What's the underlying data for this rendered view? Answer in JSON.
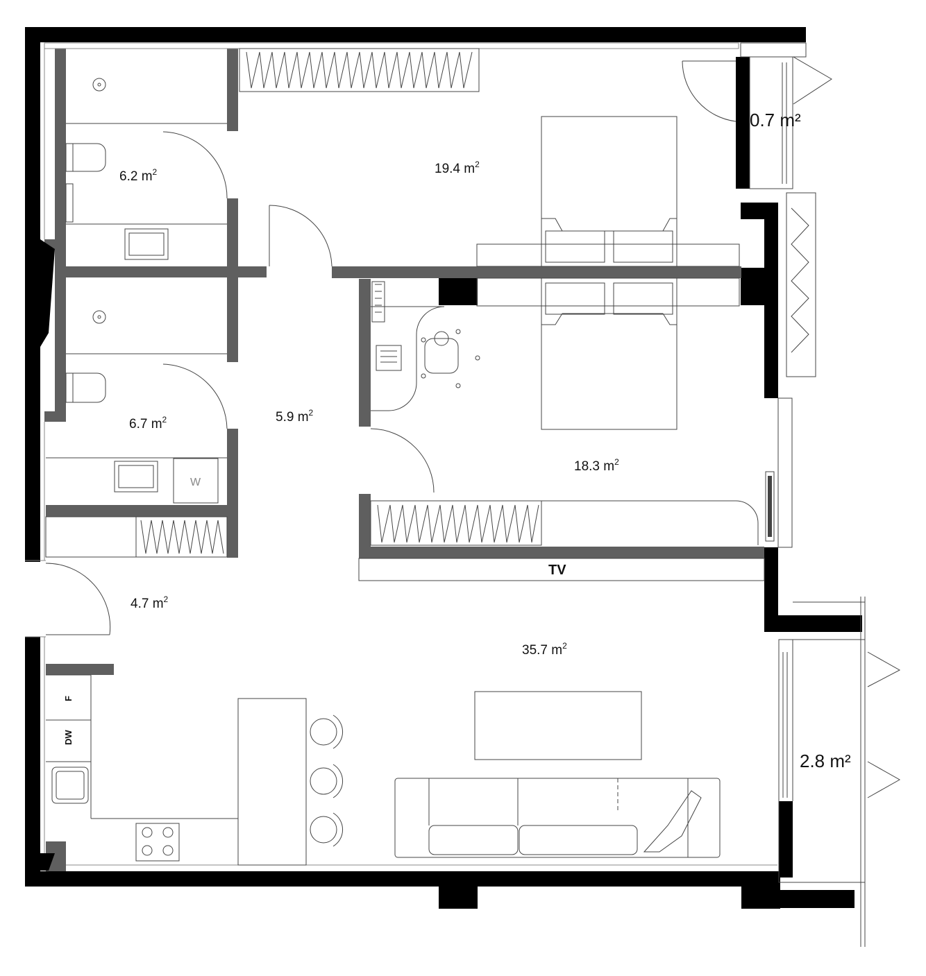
{
  "rooms": {
    "bathroom_1": {
      "area": "6.2 m",
      "sup": "2"
    },
    "bedroom_1": {
      "area": "19.4 m",
      "sup": "2"
    },
    "storage": {
      "area": "0.7 m²"
    },
    "bathroom_2": {
      "area": "6.7 m",
      "sup": "2"
    },
    "hallway": {
      "area": "5.9 m",
      "sup": "2"
    },
    "bedroom_2": {
      "area": "18.3 m",
      "sup": "2"
    },
    "entrance": {
      "area": "4.7 m",
      "sup": "2"
    },
    "living_kitchen": {
      "area": "35.7 m",
      "sup": "2"
    },
    "balcony": {
      "area": "2.8 m²"
    }
  },
  "fixtures": {
    "tv": "TV",
    "washer": "W",
    "fridge": "F",
    "dishwasher": "DW"
  },
  "colors": {
    "exterior_wall": "#000000",
    "interior_wall": "#5f5f5f",
    "line": "#444444"
  }
}
